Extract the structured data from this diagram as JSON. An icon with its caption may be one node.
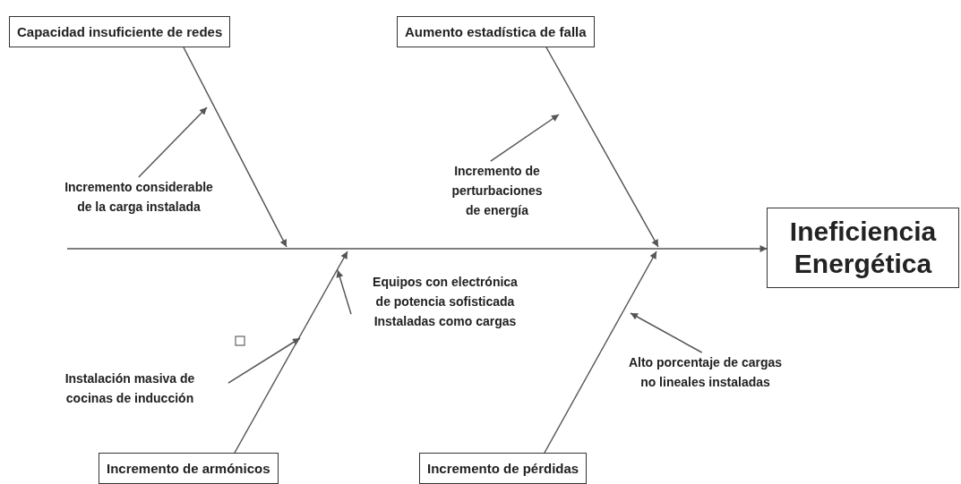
{
  "diagram": {
    "nodes": [
      {
        "text": [
          "Capacidad insuficiente de redes"
        ]
      },
      {
        "text": [
          "Aumento estadística de falla"
        ]
      },
      {
        "text": [
          "Ineficiencia Energética"
        ]
      },
      {
        "text": [
          "Incremento de armónicos"
        ]
      },
      {
        "text": [
          "Incremento de pérdidas"
        ]
      },
      {
        "text": [
          "Incremento considerable de la carga instalada"
        ]
      },
      {
        "text": [
          "Incremento de perturbaciones de energía"
        ]
      },
      {
        "text": [
          "Equipos con electrónica de potencia sofisticada Instaladas como cargas"
        ]
      },
      {
        "text": [
          "Instalación masiva de cocinas de inducción"
        ]
      },
      {
        "text": [
          "Alto porcentaje de cargas no lineales instaladas"
        ]
      }
    ],
    "edges": [
      {
        "from": 0,
        "to": null,
        "arrow": "to"
      },
      {
        "from": 5,
        "to": null,
        "arrow": "to"
      },
      {
        "from": 1,
        "to": null,
        "arrow": "to"
      },
      {
        "from": 6,
        "to": null,
        "arrow": "to"
      },
      {
        "from": null,
        "to": 2,
        "arrow": "to"
      },
      {
        "from": 3,
        "to": null,
        "arrow": "to"
      },
      {
        "from": 8,
        "to": null,
        "arrow": "to"
      },
      {
        "from": 7,
        "to": null,
        "arrow": "to"
      },
      {
        "from": 4,
        "to": null,
        "arrow": "to"
      },
      {
        "from": 9,
        "to": null,
        "arrow": "to"
      }
    ]
  }
}
